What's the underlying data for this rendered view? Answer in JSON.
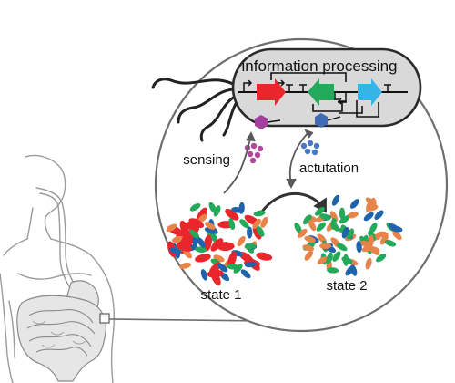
{
  "title": "information processing",
  "labels": {
    "sensing": "sensing",
    "actuation": "actutation",
    "state1": "state 1",
    "state2": "state 2"
  },
  "colors": {
    "outline": "#6e6e6e",
    "cell_fill": "#d9d9d9",
    "red": "#e8262b",
    "green": "#24a85a",
    "blue": "#1f63ad",
    "orange": "#e8844a",
    "cyan": "#35b4e8",
    "sensor_purple": "#a33f9c",
    "dots_magenta": "#b0489c",
    "dots_blue": "#4a78c2",
    "actuator_blue": "#3d6bb5",
    "body_line": "#9a9a9a",
    "gut": "#b8b8b8"
  },
  "icons": {
    "sensor": "purple-hexagon-icon",
    "actuator": "blue-hexagon-icon"
  }
}
